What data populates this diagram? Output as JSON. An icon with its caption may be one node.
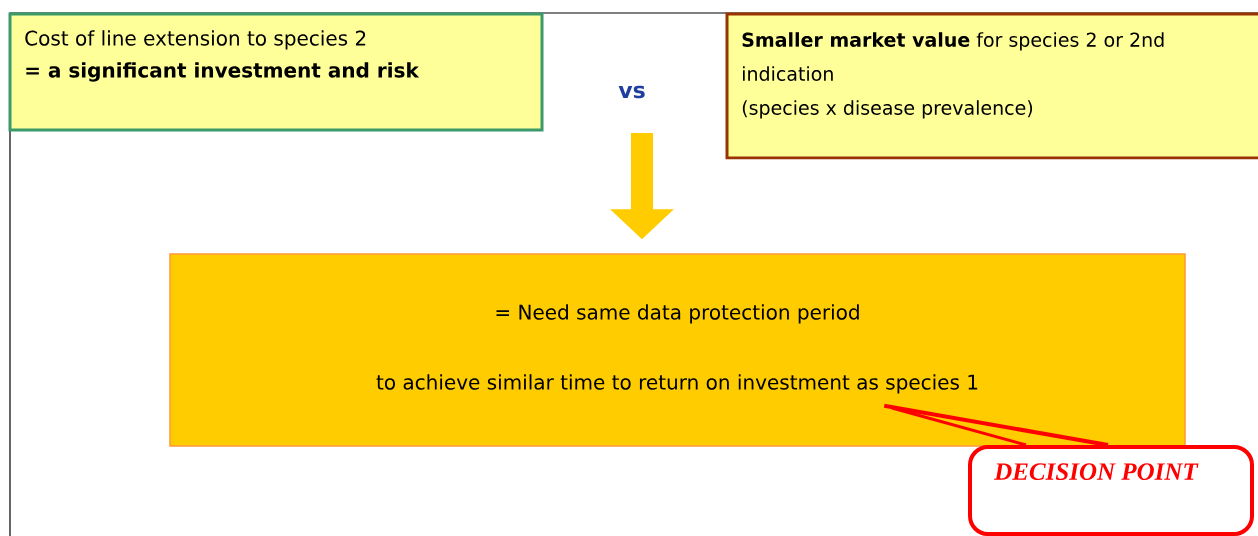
{
  "diagram": {
    "nodes": [
      {
        "text": [
          "Cost of line extension to species 2",
          "= a significant investment and risk"
        ]
      },
      {
        "text": [
          "**Smaller market value** for species 2 or 2nd indication",
          "(species x disease prevalence)"
        ]
      },
      {
        "text": [
          "= Need same data protection period",
          "to achieve similar time to return on investment as species 1"
        ]
      },
      {
        "text": [
          "DECISION POINT"
        ]
      }
    ],
    "edges": [
      {
        "from": null,
        "to": 2,
        "arrow": "to",
        "style": "thick",
        "color": "#ffcc00"
      },
      {
        "from": 3,
        "to": 2,
        "arrow": "none",
        "color": "#ff0000"
      }
    ],
    "labels": [
      "vs"
    ]
  }
}
